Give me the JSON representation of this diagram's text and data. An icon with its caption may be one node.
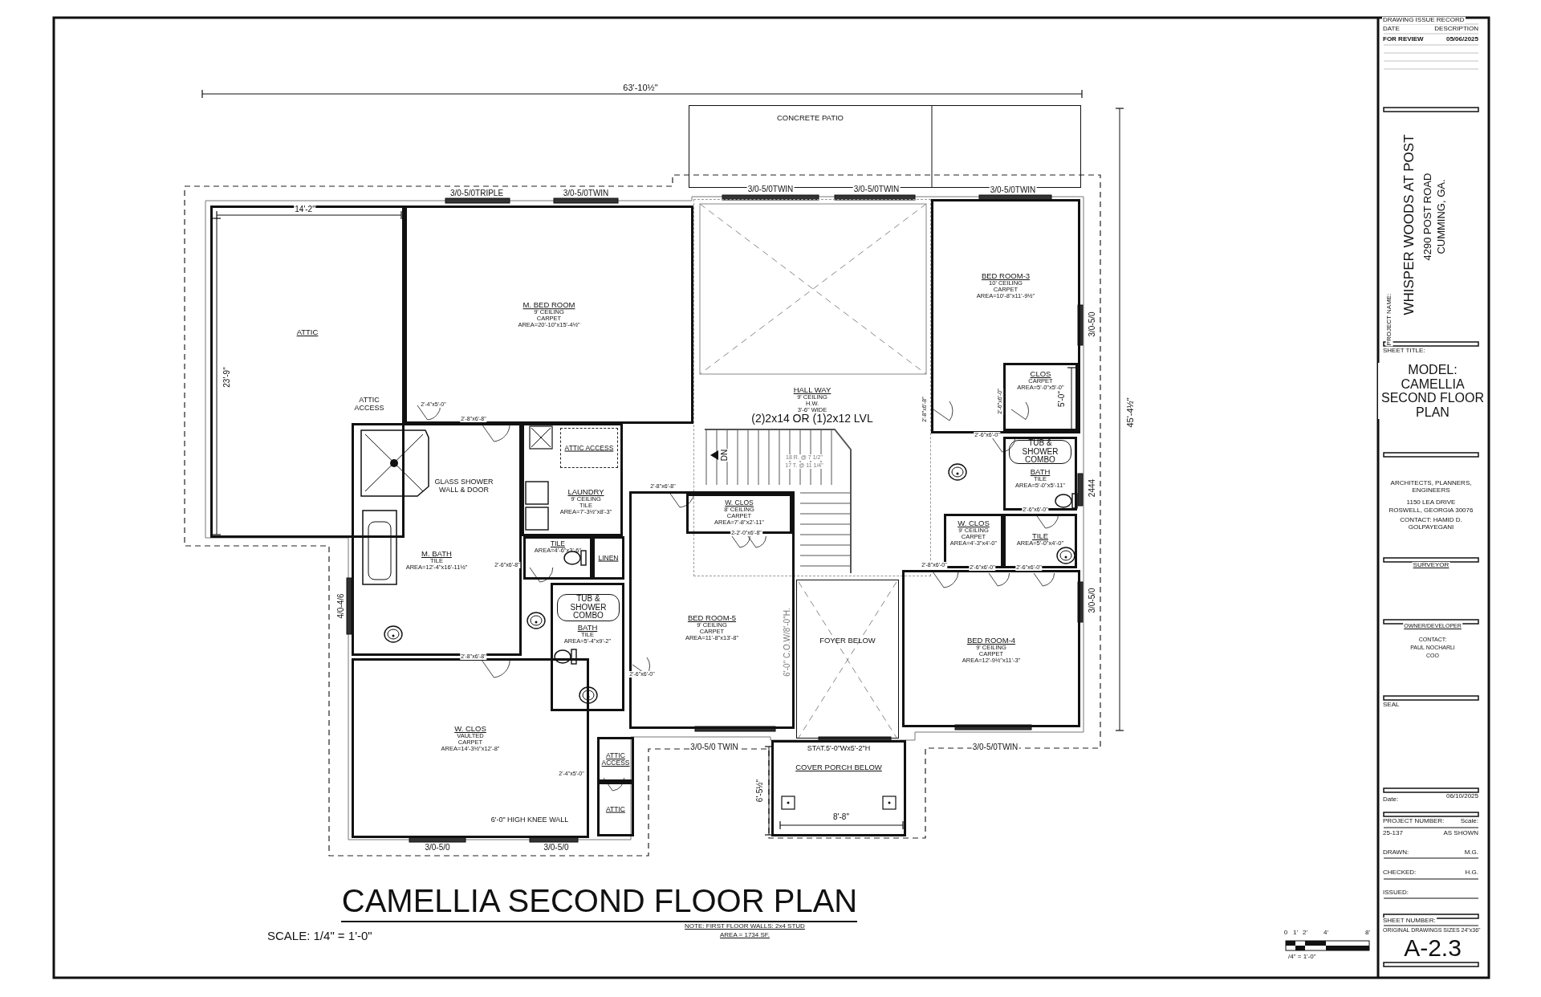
{
  "diagram": {
    "title": "CAMELLIA SECOND FLOOR PLAN",
    "nodes": [
      {
        "text": [
          "ATTIC"
        ]
      },
      {
        "text": [
          "M. BED ROOM",
          "9' CEILING",
          "CARPET",
          "AREA=20'-10\"x15'-4½\""
        ]
      },
      {
        "text": [
          "HALL WAY",
          "9' CEILING",
          "H.W.",
          "3'-6\" WIDE"
        ]
      },
      {
        "text": [
          "CONCRETE PATIO"
        ]
      },
      {
        "text": [
          "BED ROOM-3",
          "10' CEILING",
          "CARPET",
          "AREA=10'-8\"x11'-9½\""
        ]
      },
      {
        "text": [
          "CLOS",
          "CARPET",
          "AREA=5'-0\"x5'-0\""
        ],
        "in": 4
      },
      {
        "text": [
          "BATH",
          "TILE",
          "AREA=5'-0\"x5'-11\""
        ]
      },
      {
        "text": [
          "TUB & SHOWER COMBO"
        ],
        "in": 6
      },
      {
        "text": [
          "W. CLOS",
          "9' CEILING",
          "CARPET",
          "AREA=4'-3\"x4'-0\""
        ]
      },
      {
        "text": [
          "TILE",
          "AREA=5'-0\"x4'-0\""
        ]
      },
      {
        "text": [
          "BED ROOM-4",
          "9' CEILING",
          "CARPET",
          "AREA=12'-9½\"x11'-3\""
        ]
      },
      {
        "text": [
          "FOYER BELOW"
        ]
      },
      {
        "text": [
          "COVER PORCH BELOW"
        ]
      },
      {
        "text": [
          "BED ROOM-5",
          "9' CEILING",
          "CARPET",
          "AREA=11'-8\"x13'-8\""
        ]
      },
      {
        "text": [
          "W. CLOS",
          "8' CEILING",
          "CARPET",
          "AREA=7'-8\"x2'-11\""
        ],
        "in": 13
      },
      {
        "text": [
          "M. BATH",
          "TILE",
          "AREA=12'-4\"x16'-11½\""
        ]
      },
      {
        "text": [
          "LAUNDRY",
          "9' CEILING",
          "TILE",
          "AREA=7'-3½\"x8'-3\""
        ]
      },
      {
        "text": [
          "ATTIC ACCESS"
        ],
        "in": 16
      },
      {
        "text": [
          "TILE",
          "AREA=4'-6\"x3'-6\""
        ]
      },
      {
        "text": [
          "LINEN"
        ]
      },
      {
        "text": [
          "BATH",
          "TILE",
          "AREA=5'-4\"x9'-2\""
        ]
      },
      {
        "text": [
          "TUB & SHOWER COMBO"
        ],
        "in": 20
      },
      {
        "text": [
          "W. CLOS",
          "VAULTED",
          "CARPET",
          "AREA=14'-3½\"x12'-8\""
        ]
      },
      {
        "text": [
          "ATTIC ACCESS"
        ]
      },
      {
        "text": [
          "ATTIC"
        ]
      }
    ],
    "labels": [
      "DRAWING ISSUE RECORD",
      "DATE",
      "DESCRIPTION",
      "FOR REVIEW",
      "05/06/2025",
      "63'-10½\"",
      "3/0-5/0TRIPLE",
      "3/0-5/0TWIN",
      "3/0-5/0TWIN",
      "3/0-5/0TWIN",
      "3/0-5/0TWIN",
      "14'-2\"",
      "WHISPER WOODS AT POST",
      "4290 POST ROAD",
      "CUMMING, GA.",
      "23'-9\"",
      "3/0-5/0",
      "PROJECT NAME:",
      "SHEET TITLE:",
      "MODEL: CAMELLIA SECOND FLOOR PLAN",
      "ATTIC ACCESS",
      "2'-4\"x5'-0\"",
      "45'-4½\"",
      "5'-0\"",
      "2'-8\"x6'-8\"",
      "2'-8\"x6'-8\"",
      "2'-6\"x6'-0\"",
      "(2)2x14 OR (1)2x12 LVL",
      "2'-6\"x6'-0\"",
      "GLASS SHOWER WALL & DOOR",
      "DN",
      "18 R. @ 7 1/2\"",
      "17 T. @ 11 1/4\"",
      "2'-8\"x6'-8\"",
      "2444",
      "2'-6\"x6'-0\"",
      "2-2'-0\"x6'-8\"",
      "2'-6\"x6'-8\"",
      "2'-8\"x6'-0\"",
      "2'-6\"x6'-0\"",
      "2'-6\"x6'-0\"",
      "4/0-4/6",
      "3/0-5/0",
      "OWNER/DEVELOPER",
      "CONTACT:",
      "PAUL NOCHARLI",
      "COO",
      "6'-0\" C.O.W/8'-0\"H.",
      "2'-8\"x6'-8\"",
      "2'-6\"x6'-0\"",
      "SEAL",
      "3/0-5/0 TWIN",
      "STAT.5'-0\"Wx5'-2\"H",
      "3/0-5/0TWIN",
      "6'-5½\"",
      "2'-4\"x5'-0\"",
      "Date:",
      "06/10/2025",
      "8'-8\"",
      "6'-0\" HIGH KNEE WALL",
      "PROJECT NUMBER:",
      "Scale:",
      "25-137",
      "AS SHOWN",
      "3/0-5/0",
      "3/0-5/0",
      "DRAWN:",
      "M.G.",
      "CHECKED:",
      "H.G.",
      "ISSUED:",
      "SHEET NUMBER:",
      "ORIGINAL DRAWINGS SIZES 24\"x36\"",
      "SCALE: 1/4\" = 1'-0\"",
      "NOTE: FIRST FLOOR WALLS: 2x4 STUD",
      "AREA = 1734 SF.",
      "0",
      "1'",
      "2'",
      "4'",
      "8'",
      "A-2.3",
      "/4\" = 1'-0\"",
      "ARCHITECTS, PLANNERS, ENGINEERS",
      "1150 LEA DRIVE",
      "ROSWELL, GEORGIA 30076",
      "CONTACT: HAMID D. GOLPAYEGANI",
      "SURVEYOR"
    ]
  }
}
